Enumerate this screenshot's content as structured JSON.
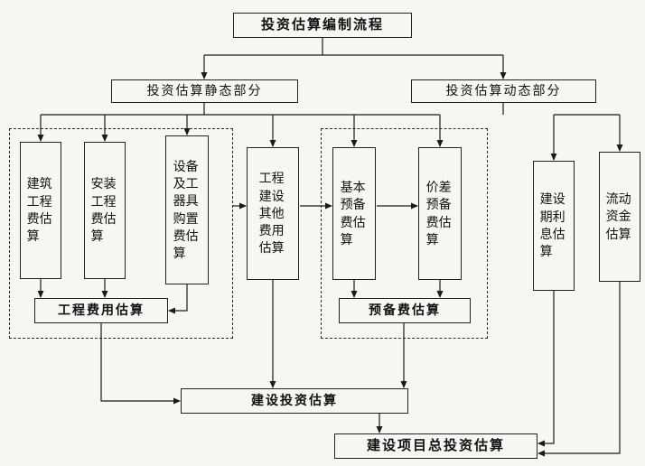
{
  "diagram": {
    "title": "投资估算编制流程",
    "static_branch_label": "投资估算静态部分",
    "dynamic_branch_label": "投资估算动态部分",
    "static_group": {
      "items": [
        "建筑工程费估算",
        "安装工程费估算",
        "设备及工器具购置费估算"
      ],
      "summary": "工程费用估算"
    },
    "other_cost_label": "工程建设其他费用估算",
    "reserve_group": {
      "items": [
        "基本预备费估算",
        "价差预备费估算"
      ],
      "summary": "预备费估算"
    },
    "interest_label": "建设期利息估算",
    "working_capital_label": "流动资金估算",
    "construction_investment_label": "建设投资估算",
    "total_investment_label": "建设项目总投资估算",
    "line_color": "#1a1a1a"
  }
}
